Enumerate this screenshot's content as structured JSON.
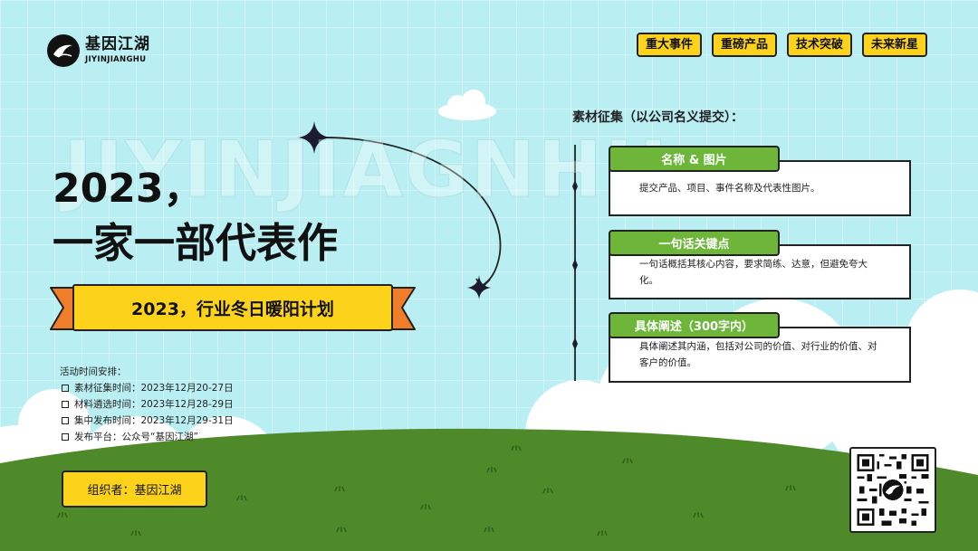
{
  "logo": {
    "name_cn": "基因江湖",
    "name_en": "JIYINJIANGHU"
  },
  "tags": [
    "重大事件",
    "重磅产品",
    "技术突破",
    "未来新星"
  ],
  "watermark": "JIYINJIAGNHU",
  "headline": {
    "line1": "2023，",
    "line2": "一家一部代表作"
  },
  "ribbon": "2023，行业冬日暖阳计划",
  "schedule": {
    "heading": "活动时间安排：",
    "items": [
      "素材征集时间：2023年12月20-27日",
      "材料遴选时间：2023年12月28-29日",
      "集中发布时间：2023年12月29-31日",
      "发布平台：公众号“基因江湖”"
    ]
  },
  "organizer": "组织者：基因江湖",
  "collect": {
    "title": "素材征集（以公司名义提交）：",
    "cards": [
      {
        "label": "名称 & 图片",
        "text": "提交产品、项目、事件名称及代表性图片。"
      },
      {
        "label": "一句话关键点",
        "text": "一句话概括其核心内容，要求简练、达意，但避免夸大化。"
      },
      {
        "label": "具体阐述（300字内）",
        "text": "具体阐述其内涵，包括对公司的价值、对行业的价值、对客户的价值。"
      }
    ]
  },
  "colors": {
    "sky": "#b9eef2",
    "yellow": "#fcd31a",
    "orange": "#f07d2a",
    "green_label": "#6db63a",
    "grass": "#4f8a2a"
  }
}
